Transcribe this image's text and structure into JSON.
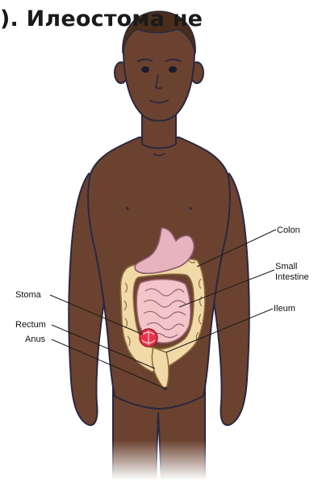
{
  "caption": "). Илеостома не",
  "labels": {
    "colon": "Colon",
    "small_intestine_line1": "Small",
    "small_intestine_line2": "Intestine",
    "ileum": "Ileum",
    "stoma": "Stoma",
    "rectum": "Rectum",
    "anus": "Anus"
  },
  "colors": {
    "skin": "#6b4230",
    "outline": "#2a2740",
    "hair": "#4a2e1a",
    "colon": "#f1d9a8",
    "small_intestine": "#f2c5c8",
    "stomach": "#e7b3bf",
    "stoma": "#e8344a"
  }
}
